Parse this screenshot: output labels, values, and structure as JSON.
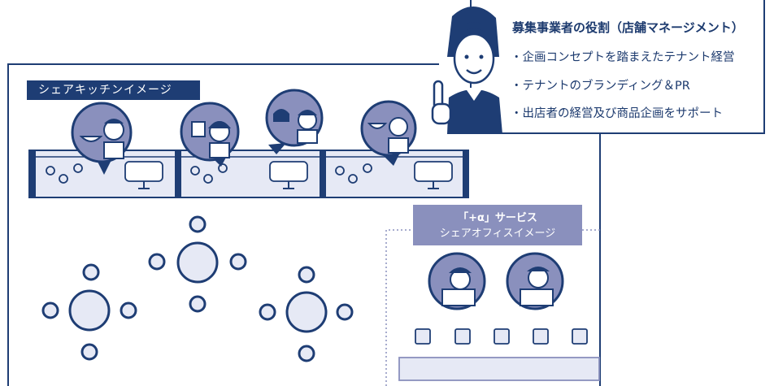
{
  "share_kitchen": {
    "label": "シェアキッチンイメージ"
  },
  "office": {
    "line1": "「+α」サービス",
    "line2": "シェアオフィスイメージ"
  },
  "role": {
    "title": "募集事業者の役割（店舗マネージメント）",
    "items": [
      "・企画コンセプトを踏まえたテナント経営",
      "・テナントのブランディング＆PR",
      "・出店者の経営及び商品企画をサポート"
    ]
  },
  "colors": {
    "navy": "#1e3d74",
    "lavender": "#8a90bd",
    "light": "#e6e9f5",
    "skin": "#ffffff"
  }
}
